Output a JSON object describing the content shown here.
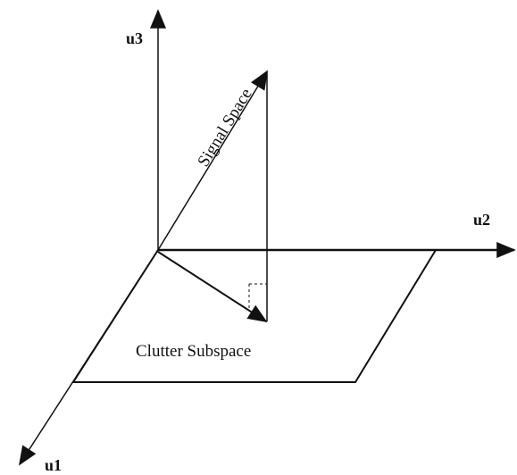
{
  "diagram": {
    "axes": {
      "u1": "u1",
      "u2": "u2",
      "u3": "u3"
    },
    "labels": {
      "signal_space": "Signal Space",
      "clutter_subspace": "Clutter Subspace"
    }
  }
}
